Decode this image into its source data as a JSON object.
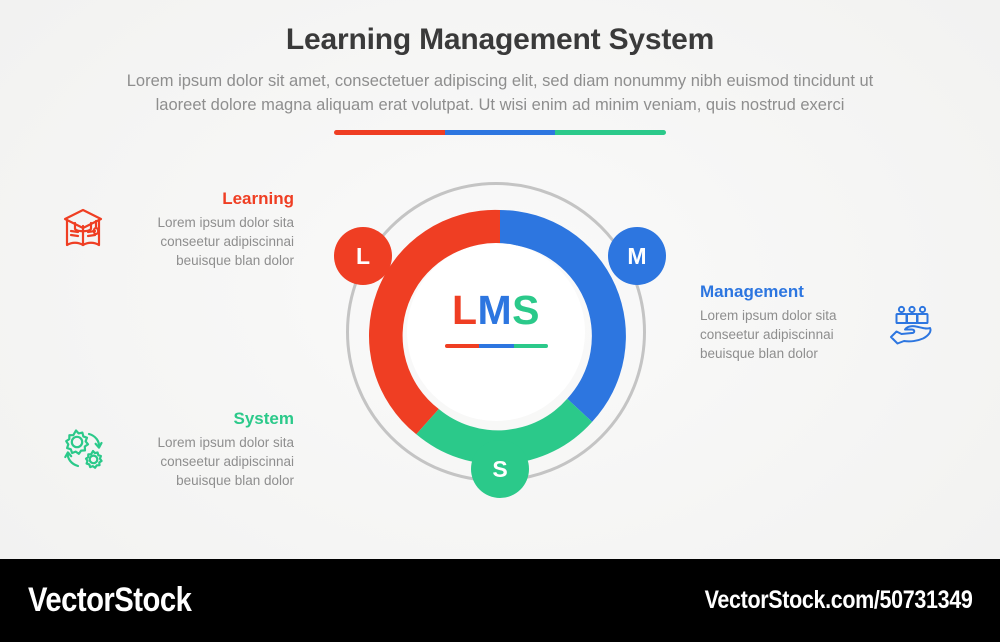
{
  "theme": {
    "background": "#f6f6f5",
    "red": "#ef3e23",
    "blue": "#2d76e0",
    "green": "#2bc98a",
    "gray_ring": "#c4c4c4",
    "title_color": "#3a3a3a",
    "body_color": "#8e8e8e"
  },
  "header": {
    "title": "Learning Management System",
    "subtitle_line1": "Lorem ipsum dolor sit amet, consectetuer adipiscing elit, sed diam nonummy nibh euismod tincidunt ut",
    "subtitle_line2": "laoreet dolore magna aliquam erat volutpat. Ut wisi enim ad minim veniam, quis nostrud exerci"
  },
  "center": {
    "label": "LMS",
    "letter_l": "L",
    "letter_m": "M",
    "letter_s": "S",
    "badges": [
      {
        "letter": "L",
        "color": "#ef3e23"
      },
      {
        "letter": "M",
        "color": "#2d76e0"
      },
      {
        "letter": "S",
        "color": "#2bc98a"
      }
    ],
    "arcs": [
      {
        "name": "learning",
        "color": "#ef3e23",
        "start_deg": 228,
        "end_deg": 360
      },
      {
        "name": "management",
        "color": "#2d76e0",
        "start_deg": 0,
        "end_deg": 133
      },
      {
        "name": "system",
        "color": "#2bc98a",
        "start_deg": 133,
        "end_deg": 228
      }
    ]
  },
  "blocks": [
    {
      "id": "learning",
      "title": "Learning",
      "color": "#ef3e23",
      "icon": "graduation-book-icon",
      "desc_line1": "Lorem ipsum dolor sita",
      "desc_line2": "conseetur adipiscinnai",
      "desc_line3": "beuisque blan dolor"
    },
    {
      "id": "system",
      "title": "System",
      "color": "#2bc98a",
      "icon": "gears-cycle-icon",
      "desc_line1": "Lorem ipsum dolor sita",
      "desc_line2": "conseetur adipiscinnai",
      "desc_line3": "beuisque blan dolor"
    },
    {
      "id": "management",
      "title": "Management",
      "color": "#2d76e0",
      "icon": "people-on-hand-icon",
      "desc_line1": "Lorem ipsum dolor sita",
      "desc_line2": "conseetur adipiscinnai",
      "desc_line3": "beuisque blan dolor"
    }
  ],
  "watermark": {
    "logo": "VectorStock",
    "url": "VectorStock.com/50731349"
  }
}
